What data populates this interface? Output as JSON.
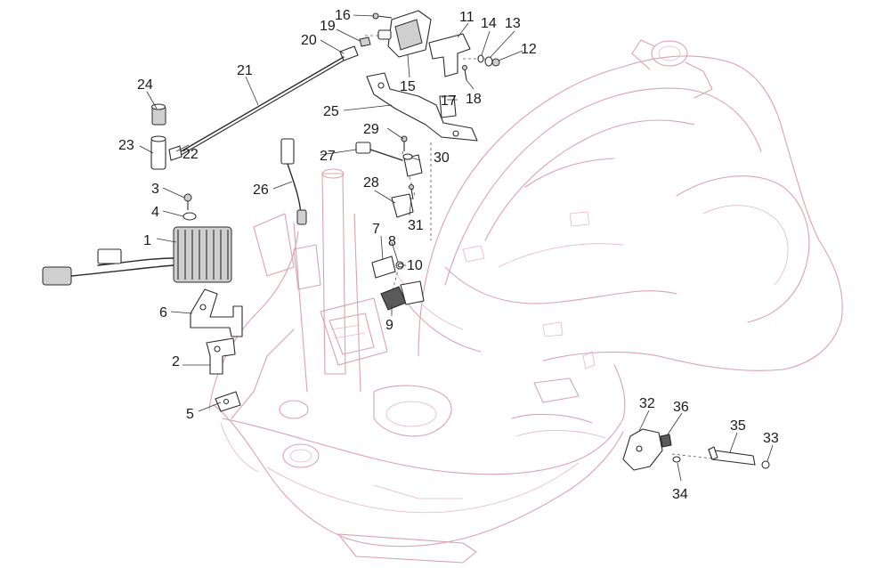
{
  "callouts": [
    {
      "id": "c1",
      "text": "1"
    },
    {
      "id": "c2",
      "text": "2"
    },
    {
      "id": "c3",
      "text": "3"
    },
    {
      "id": "c4",
      "text": "4"
    },
    {
      "id": "c5",
      "text": "5"
    },
    {
      "id": "c6",
      "text": "6"
    },
    {
      "id": "c7",
      "text": "7"
    },
    {
      "id": "c8",
      "text": "8"
    },
    {
      "id": "c9",
      "text": "9"
    },
    {
      "id": "c10",
      "text": "10"
    },
    {
      "id": "c11",
      "text": "11"
    },
    {
      "id": "c12",
      "text": "12"
    },
    {
      "id": "c13",
      "text": "13"
    },
    {
      "id": "c14",
      "text": "14"
    },
    {
      "id": "c15",
      "text": "15"
    },
    {
      "id": "c16",
      "text": "16"
    },
    {
      "id": "c17",
      "text": "17"
    },
    {
      "id": "c18",
      "text": "18"
    },
    {
      "id": "c19",
      "text": "19"
    },
    {
      "id": "c20",
      "text": "20"
    },
    {
      "id": "c21",
      "text": "21"
    },
    {
      "id": "c22",
      "text": "22"
    },
    {
      "id": "c23",
      "text": "23"
    },
    {
      "id": "c24",
      "text": "24"
    },
    {
      "id": "c25",
      "text": "25"
    },
    {
      "id": "c26",
      "text": "26"
    },
    {
      "id": "c27",
      "text": "27"
    },
    {
      "id": "c28",
      "text": "28"
    },
    {
      "id": "c29",
      "text": "29"
    },
    {
      "id": "c30",
      "text": "30"
    },
    {
      "id": "c31",
      "text": "31"
    },
    {
      "id": "c32",
      "text": "32"
    },
    {
      "id": "c33",
      "text": "33"
    },
    {
      "id": "c34",
      "text": "34"
    },
    {
      "id": "c35",
      "text": "35"
    },
    {
      "id": "c36",
      "text": "36"
    }
  ],
  "colors": {
    "frame_outline": "#d9a3ae",
    "part_outline": "#2b2b2b",
    "background": "#ffffff"
  }
}
